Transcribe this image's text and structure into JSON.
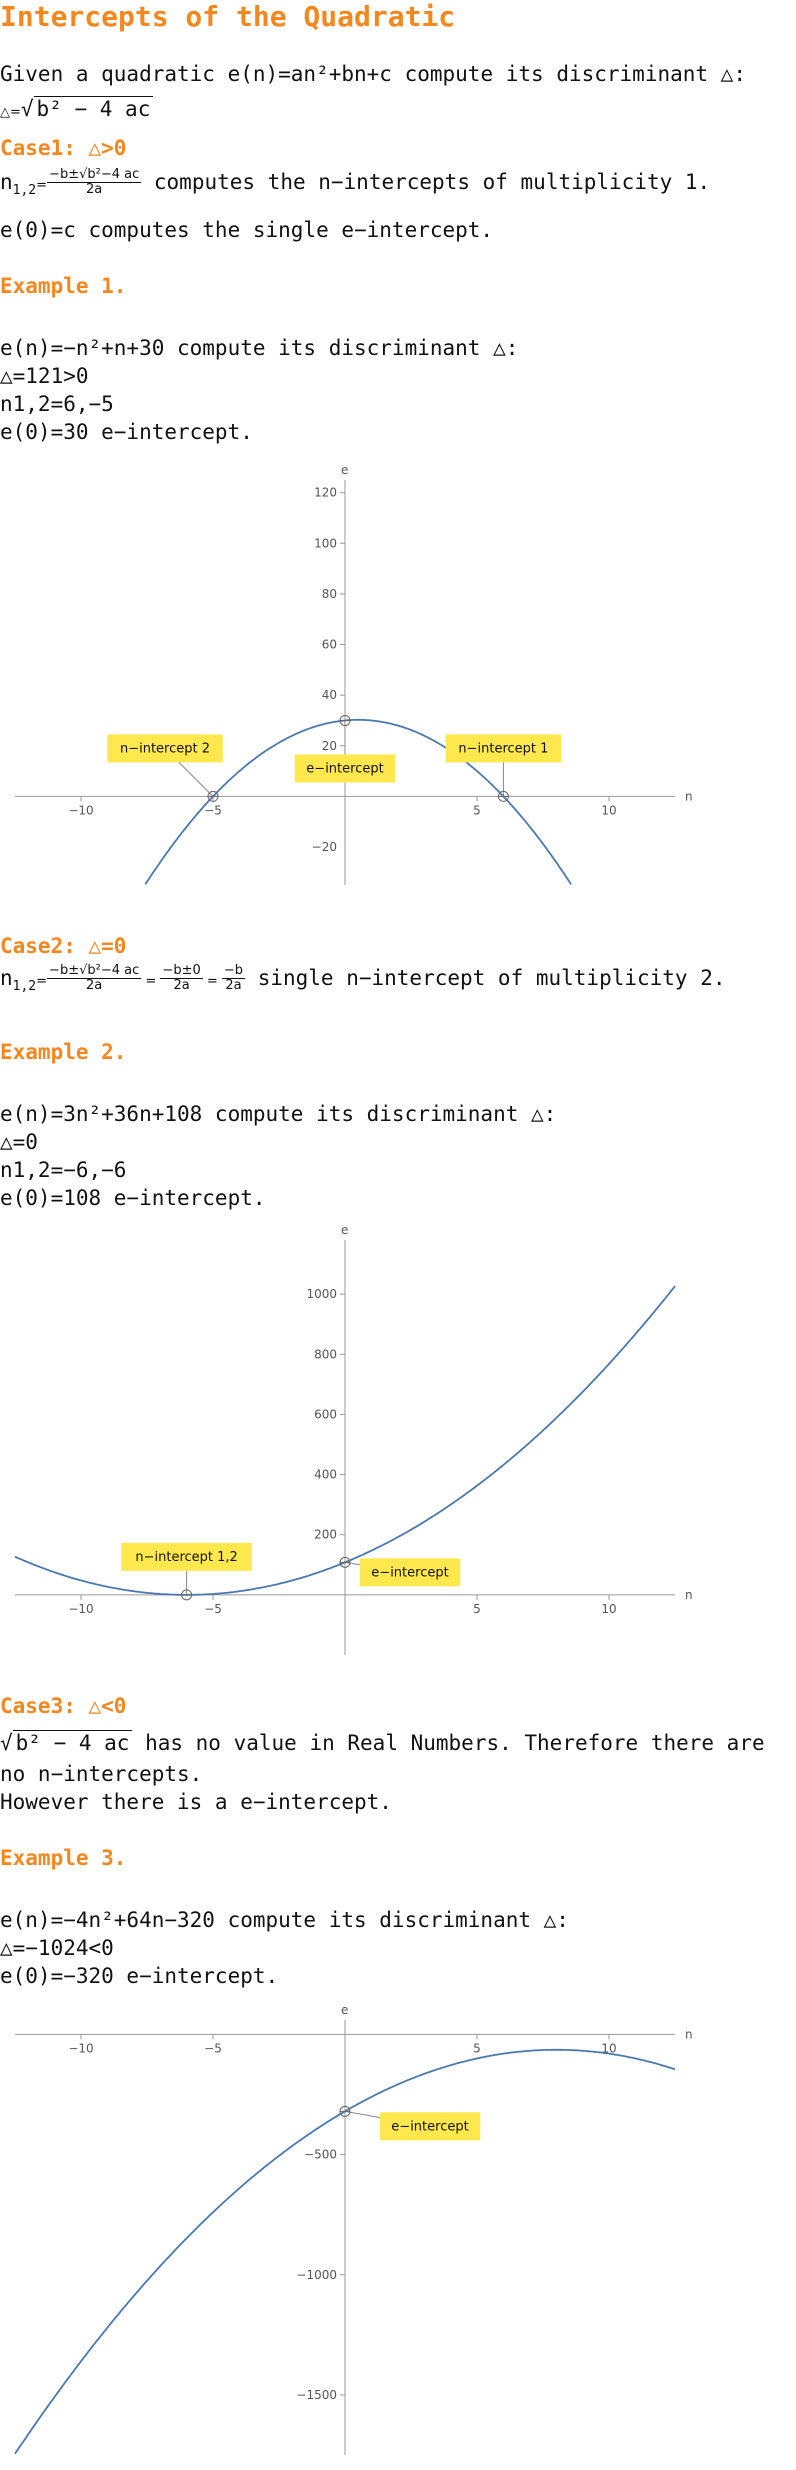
{
  "title": "Intercepts of the Quadratic",
  "intro": {
    "prefix": "Given a quadratic ",
    "func": "e(n)=an²+bn+c",
    "suffix": " compute its discriminant △:",
    "disc_label": "△=",
    "disc_expr": "b² − 4 ac"
  },
  "case1": {
    "title": "Case1: △>0",
    "line1_lhs": "n",
    "line1_sub": "1,2",
    "line1_num": "−b±√b²−4 ac",
    "line1_den": "2a",
    "line1_text": " computes the n−intercepts of multiplicity 1.",
    "line2": "e(0)=c computes the single e−intercept."
  },
  "example1": {
    "title": "Example 1.",
    "eq": "e(n)=−n²+n+30 compute its discriminant △:",
    "disc": "△=121>0",
    "roots": "n1,2=6,−5",
    "eint": "e(0)=30 e−intercept."
  },
  "case2": {
    "title": "Case2: △=0",
    "line_text": " single n−intercept of multiplicity 2."
  },
  "example2": {
    "title": "Example 2.",
    "eq": "e(n)=3n²+36n+108 compute its discriminant △:",
    "disc": "△=0",
    "roots": "n1,2=−6,−6",
    "eint": "e(0)=108 e−intercept."
  },
  "case3": {
    "title": "Case3: △<0",
    "line1_text": " has no value in Real Numbers. Therefore there are",
    "line2": "no n−intercepts.",
    "line3": "However there is a e−intercept."
  },
  "example3": {
    "title": "Example 3.",
    "eq": "e(n)=−4n²+64n−320 compute its discriminant △:",
    "disc": "△=−1024<0",
    "eint": "e(0)=−320 e−intercept."
  },
  "colors": {
    "accent": "#f5871f",
    "curve": "#4a78b0",
    "label": "#ffe84d"
  },
  "chart_data": [
    {
      "type": "line",
      "xlabel": "n",
      "ylabel": "e",
      "xlim": [
        -12.5,
        12.5
      ],
      "ylim": [
        -35,
        125
      ],
      "function": "-n^2+n+30",
      "xticks": [
        -10,
        -5,
        5,
        10
      ],
      "yticks": [
        20,
        40,
        60,
        80,
        100,
        120
      ],
      "neg_ytick_label": "−20",
      "annotations": [
        {
          "label": "n−intercept 2",
          "x": -5,
          "y": 0
        },
        {
          "label": "n−intercept 1",
          "x": 6,
          "y": 0
        },
        {
          "label": "e−intercept",
          "x": 0,
          "y": 30
        }
      ]
    },
    {
      "type": "line",
      "xlabel": "n",
      "ylabel": "e",
      "xlim": [
        -12.5,
        12.5
      ],
      "ylim": [
        -200,
        1180
      ],
      "function": "3n^2+36n+108",
      "xticks": [
        -10,
        -5,
        5,
        10
      ],
      "yticks": [
        200,
        400,
        600,
        800,
        1000
      ],
      "annotations": [
        {
          "label": "n−intercept 1,2",
          "x": -6,
          "y": 0
        },
        {
          "label": "e−intercept",
          "x": 0,
          "y": 108
        }
      ]
    },
    {
      "type": "line",
      "xlabel": "n",
      "ylabel": "e",
      "xlim": [
        -12.5,
        12.5
      ],
      "ylim": [
        -1750,
        60
      ],
      "function": "-4n^2+64n-320",
      "xticks": [
        -10,
        -5,
        5,
        10
      ],
      "yticks": [
        -500,
        -1000,
        -1500
      ],
      "annotations": [
        {
          "label": "e−intercept",
          "x": 0,
          "y": -320
        }
      ]
    }
  ]
}
